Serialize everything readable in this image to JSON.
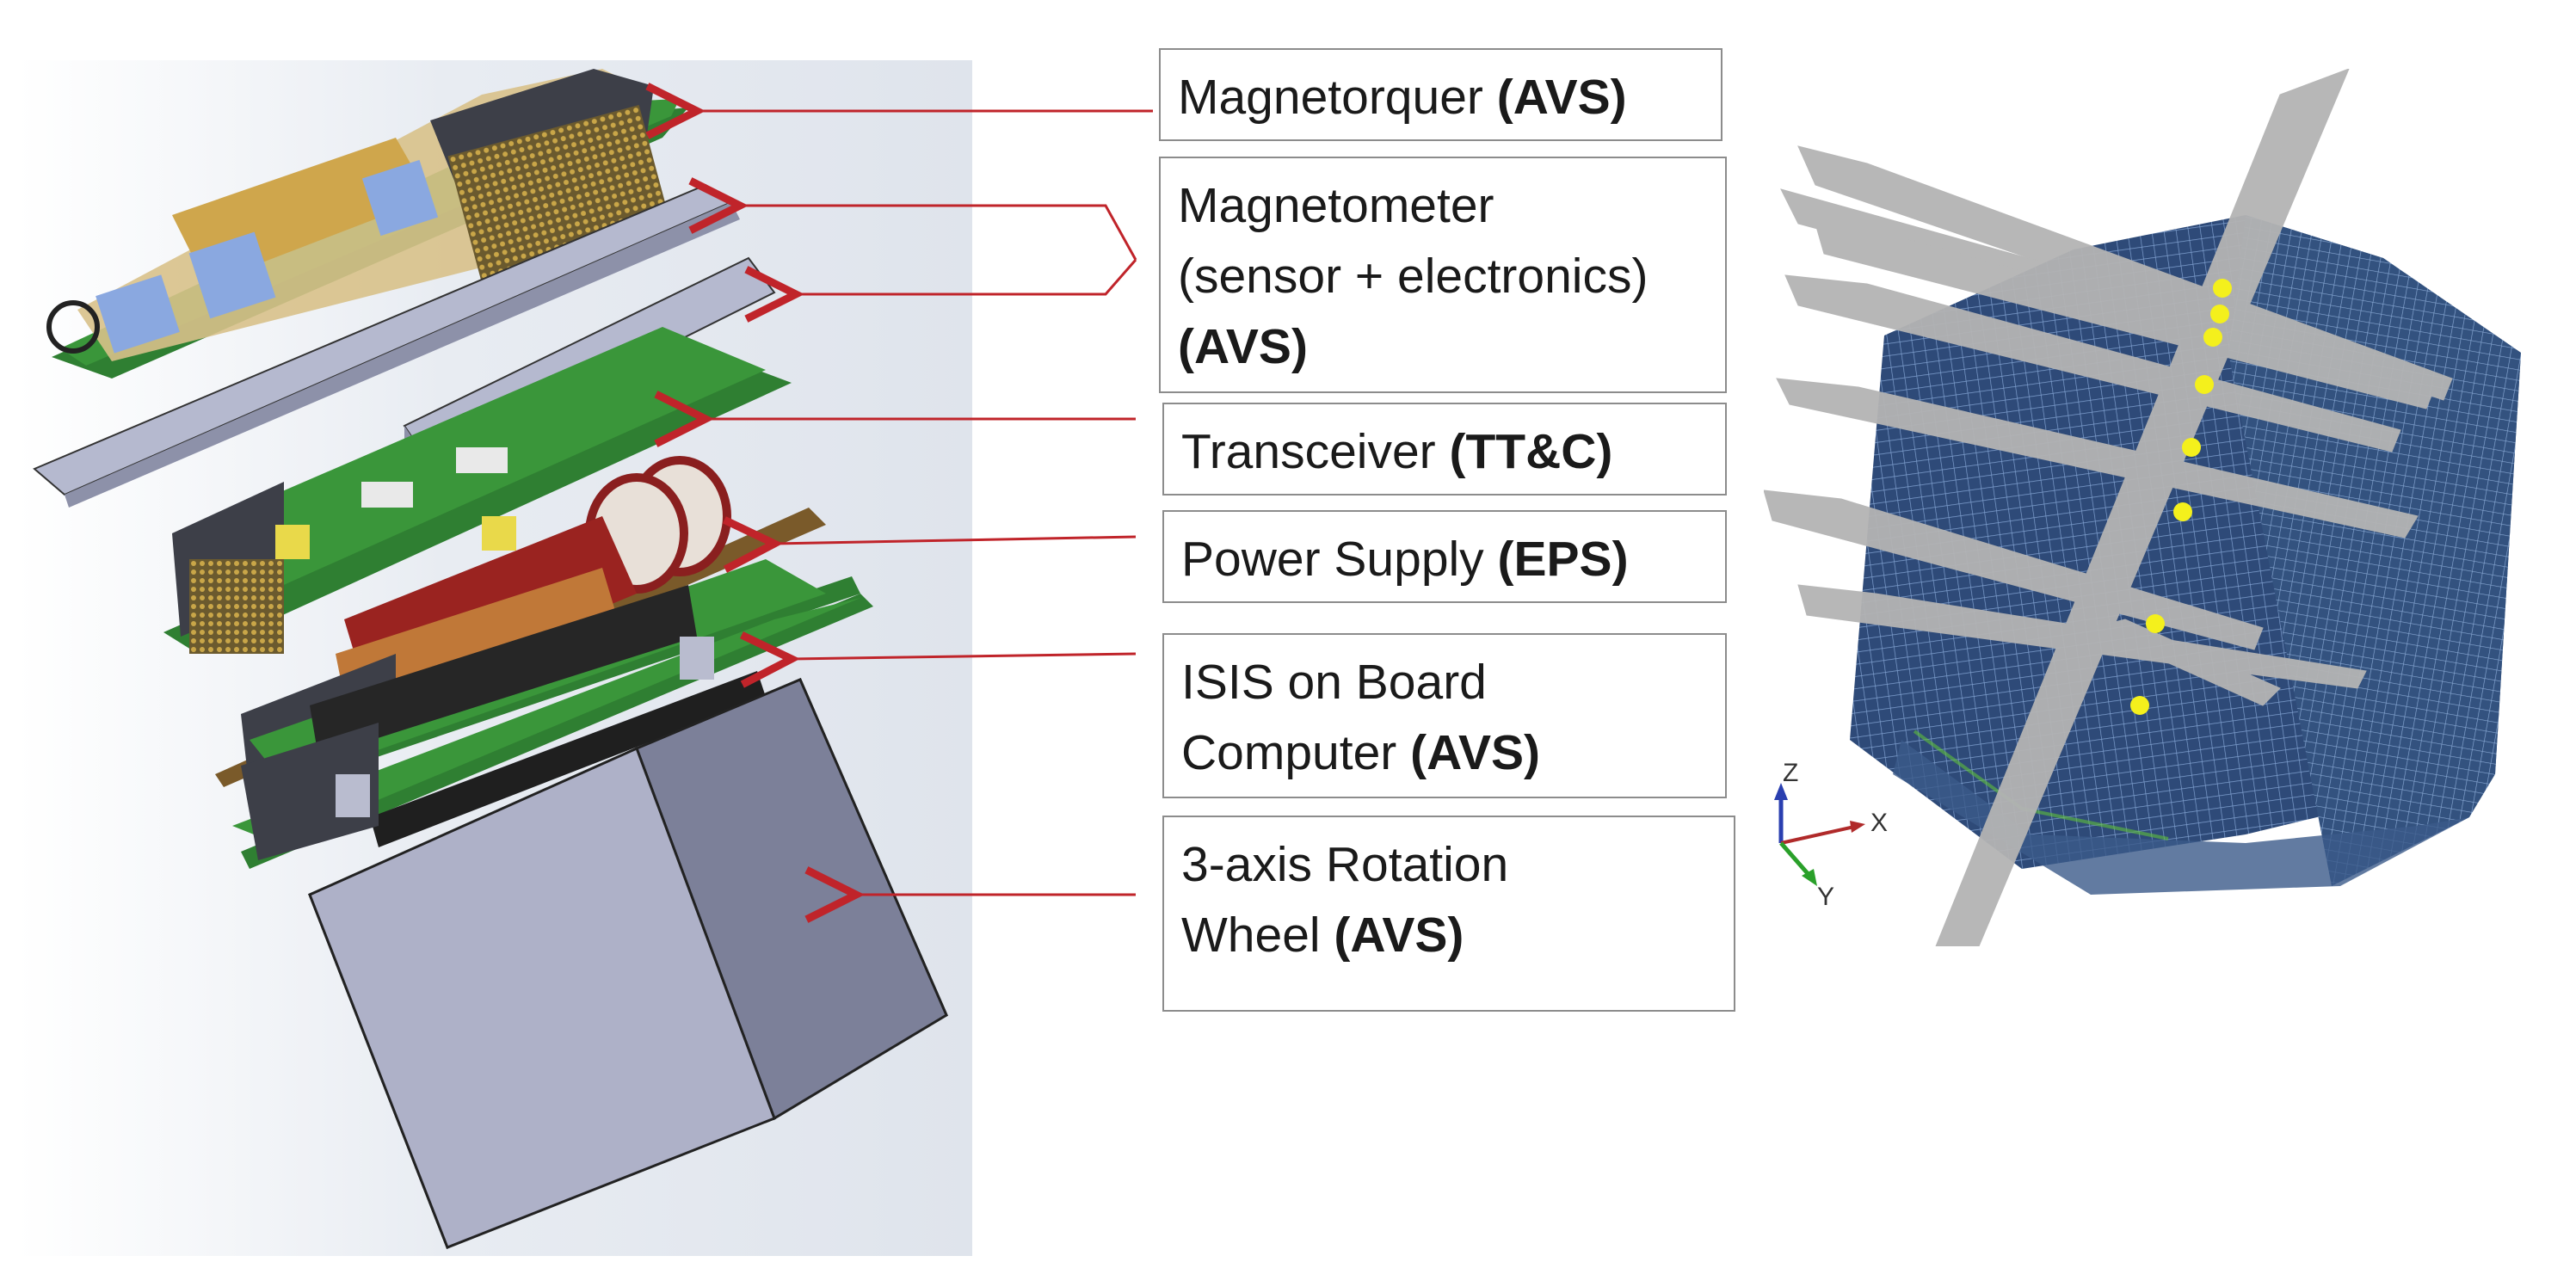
{
  "labels": [
    {
      "name": "Magnetorquer",
      "system": "(AVS)"
    },
    {
      "name_lines": [
        "Magnetometer",
        "(sensor + electronics)"
      ],
      "system": "(AVS)"
    },
    {
      "name": "Transceiver",
      "system": "(TT&C)"
    },
    {
      "name": "Power Supply",
      "system": "(EPS)"
    },
    {
      "name_lines": [
        "ISIS on Board",
        "Computer"
      ],
      "system": "(AVS)"
    },
    {
      "name_lines": [
        "3-axis Rotation",
        "Wheel"
      ],
      "system": "(AVS)"
    }
  ],
  "axes": {
    "z": "Z",
    "x": "X",
    "y": "Y"
  },
  "colors": {
    "leader": "#c0242a",
    "pcb_green": "#2e8b2e",
    "panel_gray": "#b5b9cf",
    "mesh_blue": "#2e4a78",
    "fibre_gray": "#b4b4b4",
    "node_yellow": "#f4f01c"
  }
}
